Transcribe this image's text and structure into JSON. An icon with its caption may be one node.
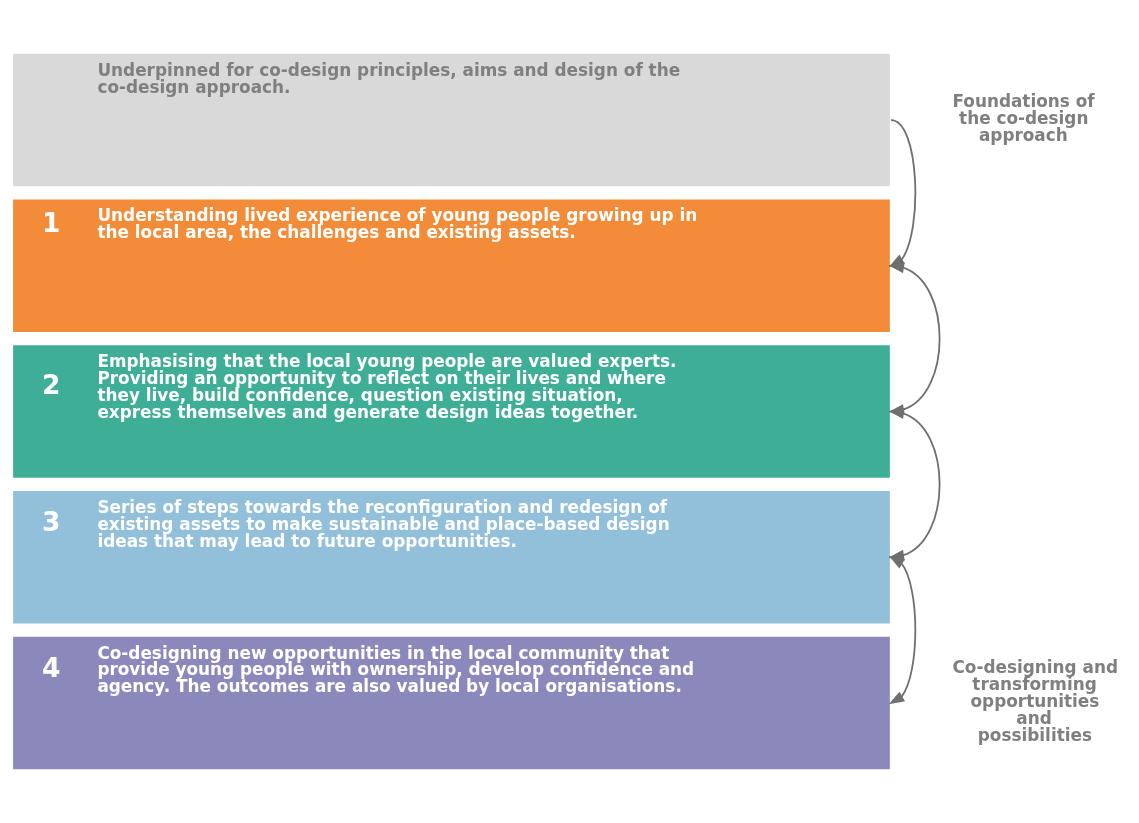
{
  "diagram": {
    "nodes": [
      {
        "text": [
          "Underpinned for co-design principles, aims and design of the co-design approach."
        ],
        "beside": [
          "Foundations of the co-design approach"
        ]
      },
      {
        "text": [
          "1",
          "Understanding lived experience of young people growing up in the local area, the challenges and existing assets."
        ]
      },
      {
        "text": [
          "2",
          "Emphasising that the local young people are valued experts. Providing an opportunity to reflect on their lives and where they live, build confidence, question existing situation, express themselves and generate design ideas together."
        ]
      },
      {
        "text": [
          "3",
          "Series of steps towards the reconfiguration and redesign of existing assets to make sustainable and place-based design ideas that may lead to future opportunities."
        ]
      },
      {
        "text": [
          "4",
          "Co-designing new opportunities in the local community that provide young people with ownership, develop confidence and agency. The outcomes are also valued by local organisations."
        ],
        "beside": [
          "Co-designing and transforming opportunities and possibilities"
        ]
      }
    ],
    "edges": [
      {
        "from": 0,
        "to": 1,
        "arrow": "to"
      },
      {
        "from": 1,
        "to": 2,
        "arrow": "both"
      },
      {
        "from": 2,
        "to": 3,
        "arrow": "both"
      },
      {
        "from": 3,
        "to": 4,
        "arrow": "both"
      }
    ]
  }
}
